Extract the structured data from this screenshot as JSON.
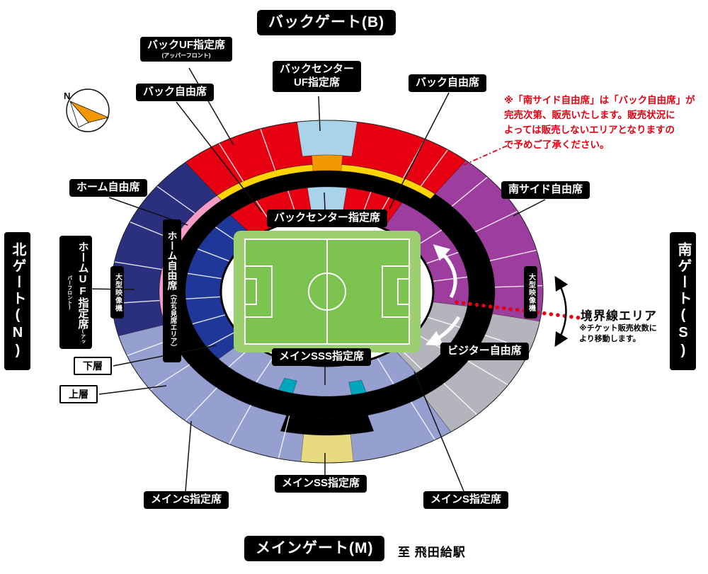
{
  "palette": {
    "red": "#e60012",
    "navy_outer": "#2a2f7e",
    "navy_inner": "#1e3799",
    "lightblue": "#a8d3e8",
    "cyan": "#00a6bd",
    "purple": "#9d3d9e",
    "gray": "#b4b4bc",
    "lavender": "#96a0d0",
    "yellow": "#ffd400",
    "pale_yellow": "#e8da7e",
    "pink": "#f59bc8",
    "orange": "#f39800",
    "green": "#7cc24e",
    "green_light": "#9ccf70",
    "black": "#000000"
  },
  "gates": {
    "back": "バックゲート(B)",
    "north": "北ゲート(N)",
    "south": "南ゲート(S)",
    "main": "メインゲート(M)",
    "station": "至 飛田給駅"
  },
  "sections": {
    "back_uf": "バックUF指定席",
    "upper_front_sub": "(アッパーフロント)",
    "back_center_uf_1": "バックセンター",
    "back_center_uf_2": "UF指定席",
    "back_free": "バック自由席",
    "home_free": "ホーム自由席",
    "back_center": "バックセンター指定席",
    "south_side_free": "南サイド自由席",
    "home_uf": "ホームUF指定席",
    "standing_sub": "（立ち見席エリア）",
    "screen": "大型映像機",
    "main_sss": "メインSSS指定席",
    "visitor_free": "ビジター自由席",
    "main_s": "メインS指定席",
    "main_ss": "メインSS指定席",
    "lower_tier": "下層",
    "upper_tier": "上層"
  },
  "notes": {
    "warning_1": "※「南サイド自由席」は「バック自由席」が",
    "warning_2": "完売次第、販売いたします。販売状況に",
    "warning_3": "よっては販売しないエリアとなりますの",
    "warning_4": "で予めご了承ください。",
    "boundary_title": "境界線エリア",
    "boundary_note_1": "※チケット販売枚数に",
    "boundary_note_2": "より移動します。"
  },
  "compass": {
    "label": "N"
  }
}
